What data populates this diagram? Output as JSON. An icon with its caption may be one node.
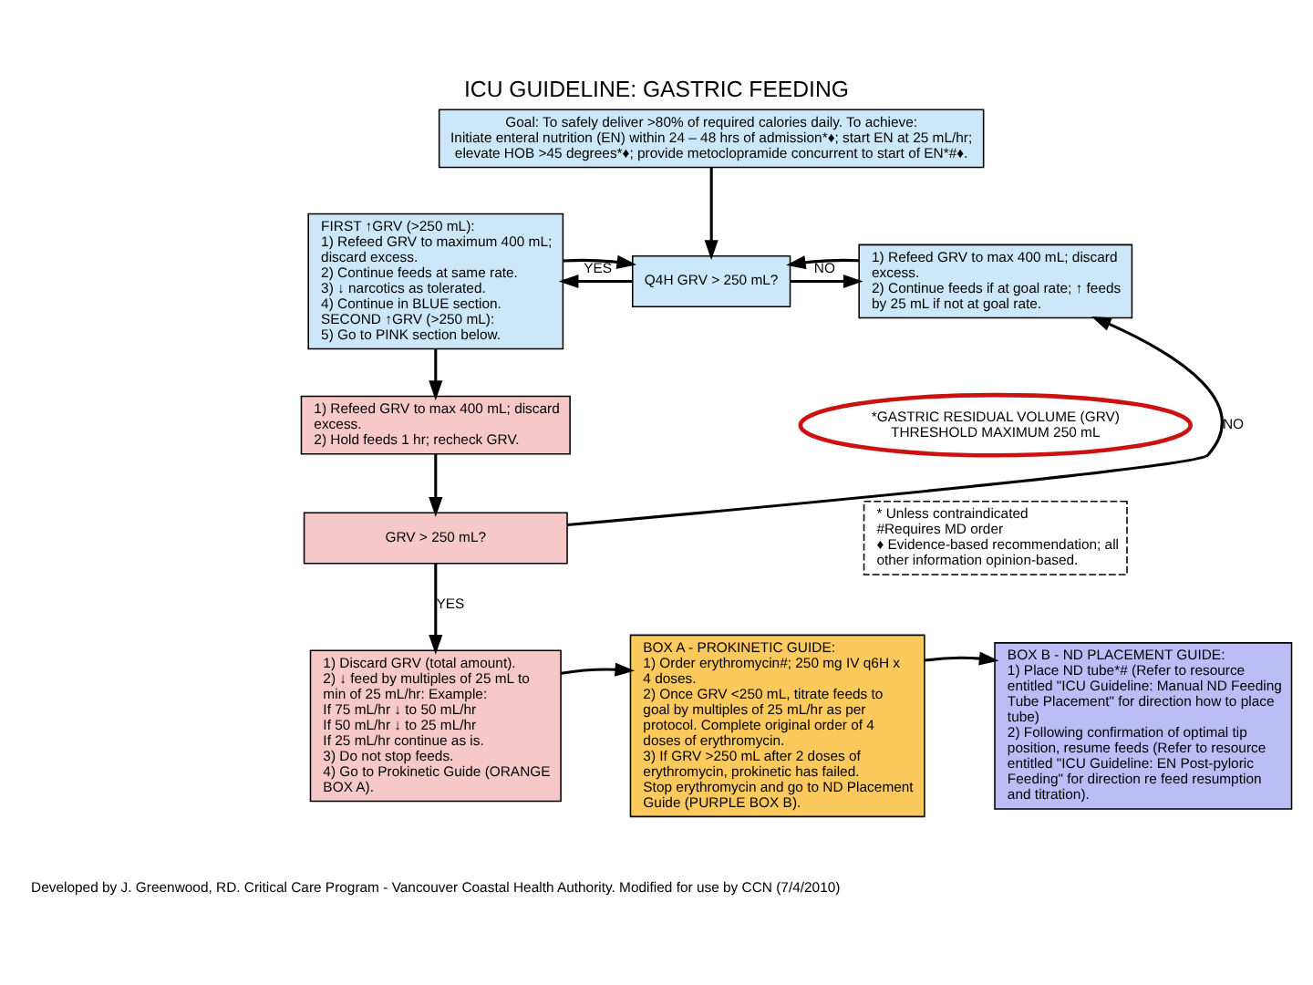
{
  "diagram": {
    "title": "ICU GUIDELINE: GASTRIC FEEDING",
    "caption": "Developed by J. Greenwood, RD. Critical Care Program - Vancouver Coastal Health Authority. Modified for use by CCN (7/4/2010)",
    "nodes": [
      {
        "text": [
          "Goal: To safely deliver >80% of required calories daily. To achieve:",
          "Initiate enteral nutrition (EN) within 24 – 48 hrs of admission*♦; start EN at 25 mL/hr; elevate HOB >45 degrees*♦; provide metoclopramide concurrent to start of EN*#♦."
        ]
      },
      {
        "text": [
          "Q4H GRV > 250 mL?"
        ]
      },
      {
        "text": [
          "FIRST ↑GRV (>250 mL):",
          "1) Refeed GRV to maximum 400 mL; discard excess.",
          "2) Continue feeds at same rate.",
          "3) ↓ narcotics as tolerated.",
          "4) Continue in BLUE section.",
          "SECOND ↑GRV (>250 mL):",
          "5) Go to PINK section below."
        ]
      },
      {
        "text": [
          "1) Refeed GRV to max 400 mL; discard excess.",
          "2) Continue feeds if at goal rate; ↑ feeds by 25 mL if not at goal rate."
        ]
      },
      {
        "text": [
          "1) Refeed GRV to max 400 mL; discard excess.",
          "2) Hold feeds 1 hr; recheck GRV."
        ]
      },
      {
        "text": [
          "GRV > 250 mL?"
        ]
      },
      {
        "text": [
          "1) Discard GRV (total amount).",
          "2) ↓ feed by multiples of 25 mL to min of 25 mL/hr: Example:",
          "If 75 mL/hr ↓ to 50 mL/hr",
          "If 50 mL/hr ↓ to 25 mL/hr",
          "If 25 mL/hr continue as is.",
          "3) Do not stop feeds.",
          "4) Go to Prokinetic Guide (ORANGE BOX A)."
        ]
      },
      {
        "text": [
          "BOX A - PROKINETIC GUIDE:",
          "1) Order erythromycin#; 250 mg IV q6H x 4 doses.",
          "2) Once GRV <250 mL, titrate feeds to goal by multiples of 25 mL/hr as per protocol. Complete original order of 4 doses of erythromycin.",
          "3) If GRV >250 mL after 2 doses of erythromycin, prokinetic has failed. Stop erythromycin and go to ND Placement Guide (PURPLE BOX B)."
        ]
      },
      {
        "text": [
          "BOX B - ND PLACEMENT GUIDE:",
          "1) Place ND tube*# (Refer to resource entitled \"ICU Guideline: Manual ND Feeding Tube Placement\" for direction how to place tube)",
          "2) Following confirmation of optimal tip position, resume feeds (Refer to resource entitled \"ICU Guideline: EN Post-pyloric Feeding\" for direction re feed resumption and titration)."
        ]
      },
      {
        "text": [
          "*GASTRIC RESIDUAL VOLUME (GRV) THRESHOLD MAXIMUM 250 mL"
        ]
      },
      {
        "text": [
          "* Unless contraindicated",
          "#Requires MD order",
          "♦ Evidence-based recommendation; all other information opinion-based."
        ]
      }
    ],
    "edges": [
      {
        "from": 0,
        "to": 1,
        "arrow": "to"
      },
      {
        "from": 1,
        "to": 2,
        "label": "YES",
        "arrow": "to"
      },
      {
        "from": 1,
        "to": 3,
        "label": "NO",
        "arrow": "to"
      },
      {
        "from": 3,
        "to": 1,
        "arrow": "to"
      },
      {
        "from": 2,
        "to": 1,
        "arrow": "to"
      },
      {
        "from": 2,
        "to": 4,
        "arrow": "to"
      },
      {
        "from": 4,
        "to": 5,
        "arrow": "to"
      },
      {
        "from": 5,
        "to": 6,
        "label": "YES",
        "arrow": "to"
      },
      {
        "from": 5,
        "to": 3,
        "label": "NO",
        "arrow": "to"
      },
      {
        "from": 6,
        "to": 7,
        "arrow": "to"
      },
      {
        "from": 7,
        "to": 8,
        "arrow": "to"
      }
    ]
  }
}
